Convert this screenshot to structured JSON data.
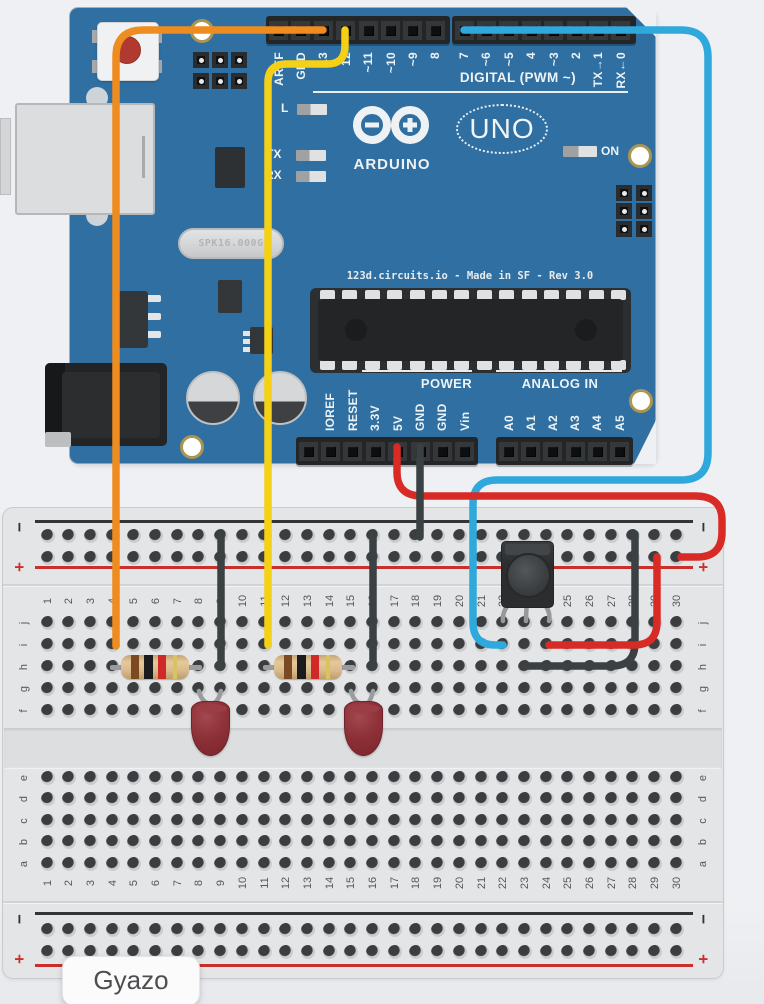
{
  "overlay": {
    "label": "Gyazo"
  },
  "arduino": {
    "brand": "ARDUINO",
    "model": "UNO",
    "digital_caption": "DIGITAL (PWM ~)",
    "board_text": "123d.circuits.io - Made in SF - Rev 3.0",
    "crystal_label": "SPK16.000G",
    "on_label": "ON",
    "led_labels": [
      "L",
      "TX",
      "RX"
    ],
    "digital_pins_left": [
      "AREF",
      "GND",
      "13",
      "12",
      "~11",
      "~10",
      "~9",
      "8"
    ],
    "digital_pins_right": [
      "7",
      "~6",
      "~5",
      "4",
      "~3",
      "2",
      "TX→1",
      "RX←0"
    ],
    "power_caption": "POWER",
    "power_pins": [
      "IOREF",
      "RESET",
      "3.3V",
      "5V",
      "GND",
      "GND",
      "Vin"
    ],
    "analog_caption": "ANALOG IN",
    "analog_pins": [
      "A0",
      "A1",
      "A2",
      "A3",
      "A4",
      "A5"
    ]
  },
  "breadboard": {
    "columns": [
      "1",
      "2",
      "3",
      "4",
      "5",
      "6",
      "7",
      "8",
      "9",
      "10",
      "11",
      "12",
      "13",
      "14",
      "15",
      "16",
      "17",
      "18",
      "19",
      "20",
      "21",
      "22",
      "23",
      "24",
      "25",
      "26",
      "27",
      "28",
      "29",
      "30"
    ],
    "rows_top": [
      "j",
      "i",
      "h",
      "g",
      "f"
    ],
    "rows_bottom": [
      "e",
      "d",
      "c",
      "b",
      "a"
    ],
    "rail_minus": "−",
    "rail_plus": "+"
  },
  "components": {
    "resistor_1": {
      "label": "resistor",
      "bands": [
        "brown",
        "black",
        "red",
        "gold"
      ],
      "position": "h4-h8"
    },
    "resistor_2": {
      "label": "resistor",
      "bands": [
        "brown",
        "black",
        "red",
        "gold"
      ],
      "position": "h11-h15"
    },
    "led_1": {
      "label": "red LED",
      "position": "g8-g9"
    },
    "led_2": {
      "label": "red LED",
      "position": "g15-g16"
    },
    "ir_receiver": {
      "label": "IR receiver",
      "position": "j22-j24"
    }
  },
  "wires": [
    {
      "id": "wire-pin13-orange",
      "color_key": "wire_orange",
      "from": "digital 13",
      "to": "breadboard i4"
    },
    {
      "id": "wire-pin12-yellow",
      "color_key": "wire_yellow",
      "from": "digital 12",
      "to": "breadboard i11"
    },
    {
      "id": "wire-pin7-cyan",
      "color_key": "wire_cyan",
      "from": "digital 7",
      "to": "breadboard i22"
    },
    {
      "id": "wire-5v-red",
      "color_key": "wire_red",
      "from": "5V",
      "to": "plus rail"
    },
    {
      "id": "wire-gnd-black",
      "color_key": "wire_black",
      "from": "GND",
      "to": "minus rail"
    },
    {
      "id": "jumper-neg-col9",
      "color_key": "wire_black",
      "from": "minus rail",
      "to": "h9"
    },
    {
      "id": "jumper-neg-col16",
      "color_key": "wire_black",
      "from": "minus rail",
      "to": "h16"
    },
    {
      "id": "jumper-neg-col28",
      "color_key": "wire_black",
      "from": "minus rail",
      "to": "h23"
    },
    {
      "id": "jumper-pos-col29",
      "color_key": "wire_red",
      "from": "plus rail",
      "to": "i24"
    }
  ],
  "colors": {
    "board_blue": "#2f6fa1",
    "silkscreen": "#edf2f5",
    "wire_orange": "#ef8c1f",
    "wire_yellow": "#f4d016",
    "wire_cyan": "#2fa8dc",
    "wire_red": "#d92b26",
    "wire_black": "#3b4043",
    "rail_red": "#c9302c",
    "rail_black": "#323437",
    "led_red": "#8e3138",
    "resistor_tan": "#d9ba8c",
    "breadboard_gray": "#e4e5e7"
  }
}
